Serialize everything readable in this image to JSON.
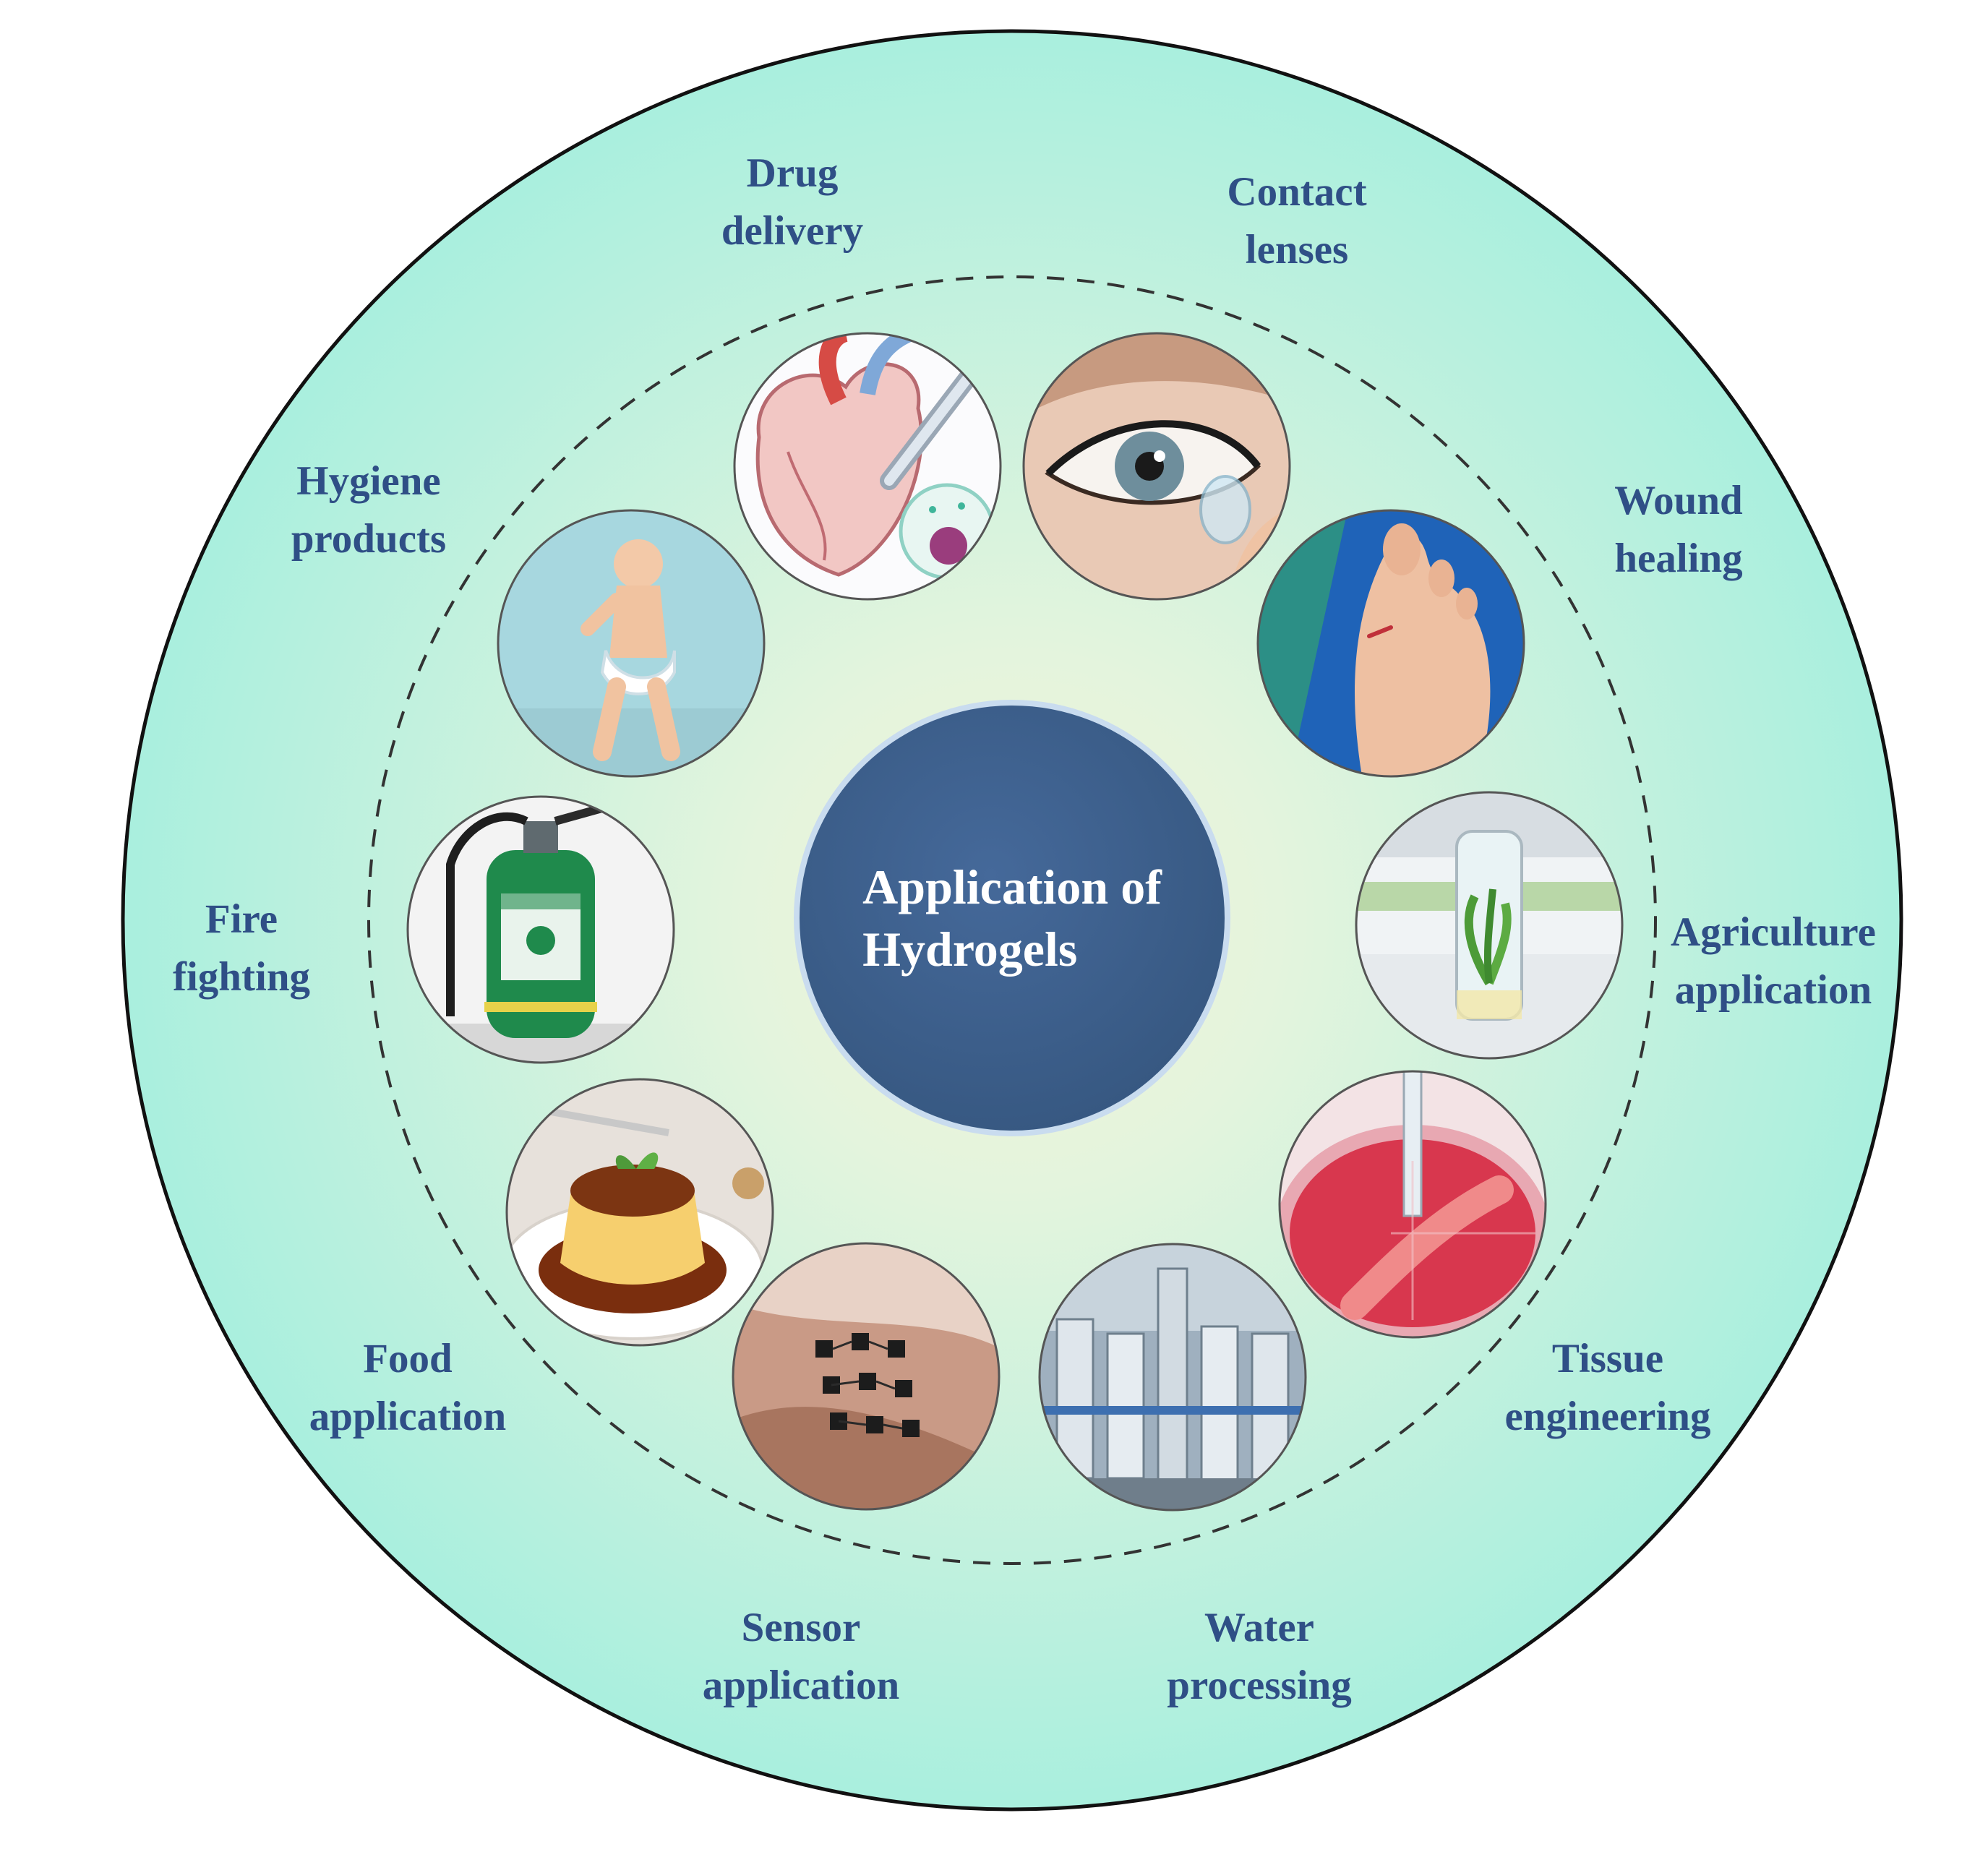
{
  "center": {
    "line1": "Application of",
    "line2": "Hydrogels"
  },
  "colors": {
    "label_text": "#2f4f86",
    "hub_fill": "#3d5f8a",
    "hub_rim": "#c9dcef",
    "ring_edge": "#a9efde",
    "ring_inner": "#f3f2d8",
    "outline": "#111111"
  },
  "applications": [
    {
      "id": "drug-delivery",
      "line1": "Drug",
      "line2": "delivery",
      "icon": "heart-syringe-icon"
    },
    {
      "id": "contact-lenses",
      "line1": "Contact",
      "line2": "lenses",
      "icon": "eye-lens-icon"
    },
    {
      "id": "wound-healing",
      "line1": "Wound",
      "line2": "healing",
      "icon": "wounded-foot-icon"
    },
    {
      "id": "agriculture-application",
      "line1": "Agriculture",
      "line2": "application",
      "icon": "plant-jar-icon"
    },
    {
      "id": "tissue-engineering",
      "line1": "Tissue",
      "line2": "engineering",
      "icon": "petri-dish-icon"
    },
    {
      "id": "water-processing",
      "line1": "Water",
      "line2": "processing",
      "icon": "water-plant-icon"
    },
    {
      "id": "sensor-application",
      "line1": "Sensor",
      "line2": "application",
      "icon": "skin-sensor-icon"
    },
    {
      "id": "food-application",
      "line1": "Food",
      "line2": "application",
      "icon": "pudding-icon"
    },
    {
      "id": "fire-fighting",
      "line1": "Fire",
      "line2": "fighting",
      "icon": "fire-extinguisher-icon"
    },
    {
      "id": "hygiene-products",
      "line1": "Hygiene",
      "line2": "products",
      "icon": "baby-diaper-icon"
    }
  ]
}
